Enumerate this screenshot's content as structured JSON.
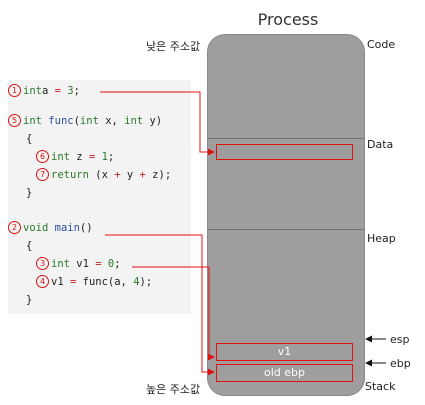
{
  "diagram": {
    "title": "Process",
    "low_address_label": "낮은 주소값",
    "high_address_label": "높은 주소값",
    "segments": {
      "code": "Code",
      "data": "Data",
      "heap": "Heap",
      "stack": "Stack"
    },
    "registers": {
      "esp": "esp",
      "ebp": "ebp"
    },
    "stack_frames": {
      "v1": "v1",
      "old_ebp": "old ebp"
    },
    "code_lines": [
      {
        "num": "1",
        "tokens": [
          [
            "kw",
            "int"
          ],
          [
            "",
            "a "
          ],
          [
            "op",
            "="
          ],
          [
            "",
            " "
          ],
          [
            "num",
            "3"
          ],
          [
            "",
            ";"
          ]
        ]
      },
      {
        "num": "5",
        "tokens": [
          [
            "kw",
            "int"
          ],
          [
            "",
            " "
          ],
          [
            "fn",
            "func"
          ],
          [
            "",
            "("
          ],
          [
            "kw",
            "int"
          ],
          [
            "",
            " x, "
          ],
          [
            "kw",
            "int"
          ],
          [
            "",
            " y)"
          ]
        ]
      },
      {
        "num": "",
        "tokens": [
          [
            "",
            "{"
          ]
        ]
      },
      {
        "num": "6",
        "tokens": [
          [
            "kw",
            "int"
          ],
          [
            "",
            " z "
          ],
          [
            "op",
            "="
          ],
          [
            "",
            " "
          ],
          [
            "num",
            "1"
          ],
          [
            "",
            ";"
          ]
        ]
      },
      {
        "num": "7",
        "tokens": [
          [
            "kw",
            "return"
          ],
          [
            "",
            " (x "
          ],
          [
            "op",
            "+"
          ],
          [
            "",
            " y "
          ],
          [
            "op",
            "+"
          ],
          [
            "",
            " z);"
          ]
        ]
      },
      {
        "num": "",
        "tokens": [
          [
            "",
            "}"
          ]
        ]
      },
      {
        "num": "2",
        "tokens": [
          [
            "kw",
            "void"
          ],
          [
            "",
            " "
          ],
          [
            "fn",
            "main"
          ],
          [
            "",
            "()"
          ]
        ]
      },
      {
        "num": "",
        "tokens": [
          [
            "",
            "{"
          ]
        ]
      },
      {
        "num": "3",
        "tokens": [
          [
            "kw",
            "int"
          ],
          [
            "",
            " v1 "
          ],
          [
            "op",
            "="
          ],
          [
            "",
            " "
          ],
          [
            "num",
            "0"
          ],
          [
            "",
            ";"
          ]
        ]
      },
      {
        "num": "4",
        "tokens": [
          [
            "",
            "v1 "
          ],
          [
            "op",
            "="
          ],
          [
            "",
            " func(a, "
          ],
          [
            "num",
            "4"
          ],
          [
            "",
            ");"
          ]
        ]
      },
      {
        "num": "",
        "tokens": [
          [
            "",
            "}"
          ]
        ]
      }
    ]
  }
}
